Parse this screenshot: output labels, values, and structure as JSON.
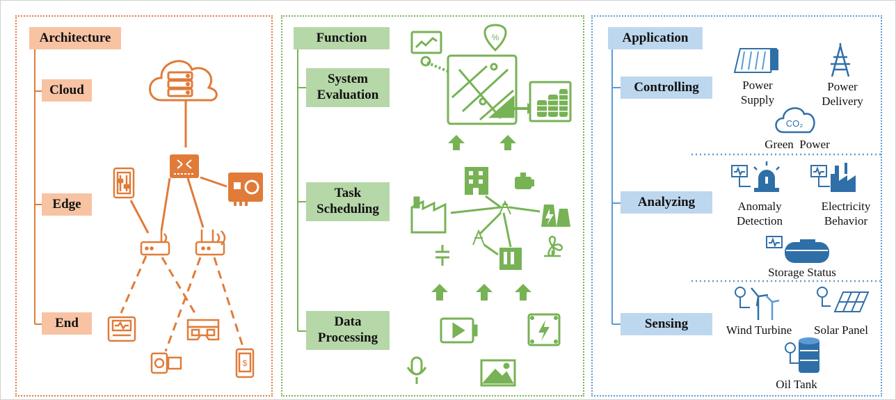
{
  "architecture": {
    "title": "Architecture",
    "levels": [
      "Cloud",
      "Edge",
      "End"
    ]
  },
  "function": {
    "title": "Function",
    "stages": [
      "System\nEvaluation",
      "Task\nScheduling",
      "Data\nProcessing"
    ]
  },
  "application": {
    "title": "Application",
    "controlling": {
      "label": "Controlling",
      "items": [
        "Power\nSupply",
        "Power\nDelivery",
        "Green  Power"
      ],
      "co2_text": "CO₂"
    },
    "analyzing": {
      "label": "Analyzing",
      "items": [
        "Anomaly\nDetection",
        "Electricity\nBehavior",
        "Storage Status"
      ]
    },
    "sensing": {
      "label": "Sensing",
      "items": [
        "Wind Turbine",
        "Solar Panel",
        "Oil Tank"
      ]
    }
  },
  "colors": {
    "architecture": "#e07b39",
    "function": "#77b255",
    "application": "#5a9bd5"
  },
  "icons": {
    "architecture": [
      "cloud-server-icon",
      "edge-gateway-icon",
      "control-panel-icon",
      "network-card-icon",
      "router-icon",
      "wifi-router-icon",
      "monitor-device-icon",
      "vr-glasses-icon",
      "camera-icon",
      "smartphone-payment-icon"
    ],
    "function": [
      "monitor-chart-icon",
      "percent-location-icon",
      "map-icon",
      "coins-icon",
      "building-icon",
      "engine-icon",
      "factory-icon",
      "power-tower-icon",
      "power-plant-icon",
      "capacitor-icon",
      "fan-icon",
      "battery-video-icon",
      "lightning-box-icon",
      "microphone-icon",
      "image-icon",
      "up-arrow-icon"
    ],
    "application": [
      "dam-icon",
      "transmission-tower-icon",
      "co2-cloud-icon",
      "alarm-icon",
      "factory-icon",
      "storage-tank-icon",
      "wind-turbine-icon",
      "solar-panel-icon",
      "oil-tank-icon",
      "sensor-icon"
    ]
  }
}
